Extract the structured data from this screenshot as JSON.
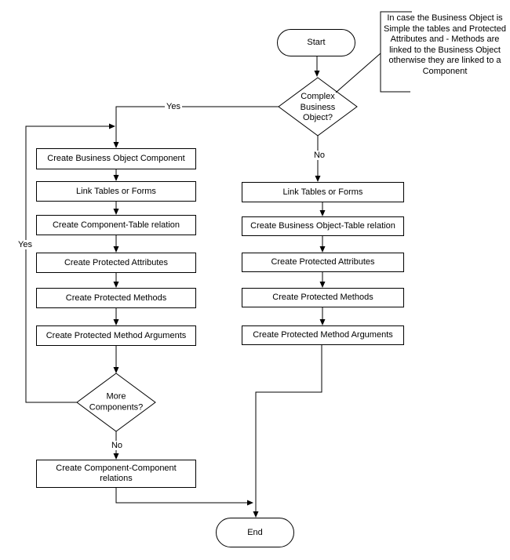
{
  "flowchart": {
    "annotation": {
      "text": "In case the Business Object is Simple the tables and Protected Attributes and - Methods are linked to the Business Object otherwise they are linked to a Component"
    },
    "nodes": {
      "start": "Start",
      "end": "End",
      "decision_complex": "Complex Business Object?",
      "decision_more": "More Components?",
      "left_steps": [
        "Create Business Object Component",
        "Link Tables or Forms",
        "Create Component-Table relation",
        "Create Protected Attributes",
        "Create Protected Methods",
        "Create Protected Method Arguments"
      ],
      "component_relations": "Create Component-Component relations",
      "right_steps": [
        "Link Tables or Forms",
        "Create Business Object-Table relation",
        "Create Protected Attributes",
        "Create Protected Methods",
        "Create Protected Method Arguments"
      ]
    },
    "edge_labels": {
      "yes_top": "Yes",
      "yes_loop": "Yes",
      "no_complex": "No",
      "no_more": "No"
    },
    "colors": {
      "line": "#000000",
      "node_fill": "#ffffff",
      "text": "#000000",
      "background": "#ffffff"
    }
  }
}
